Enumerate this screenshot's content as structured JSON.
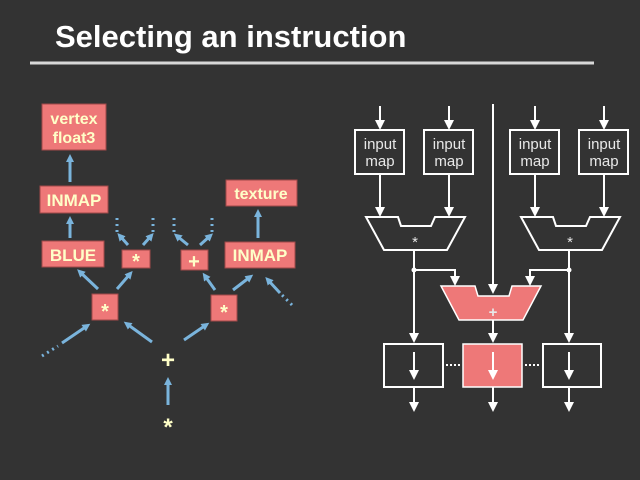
{
  "slide": {
    "title": "Selecting an instruction"
  },
  "left_diagram": {
    "vertex_line1": "vertex",
    "vertex_line2": "float3",
    "inmap_left": "INMAP",
    "blue": "BLUE",
    "mul_small": "*",
    "add_small": "+",
    "texture": "texture",
    "inmap_right": "INMAP",
    "mul_left": "*",
    "mul_right": "*",
    "root_add": "+",
    "root_mul": "*"
  },
  "right_diagram": {
    "input_maps": [
      {
        "line1": "input",
        "line2": "map"
      },
      {
        "line1": "input",
        "line2": "map"
      },
      {
        "line1": "input",
        "line2": "map"
      },
      {
        "line1": "input",
        "line2": "map"
      }
    ],
    "mul_unit_left": "*",
    "mul_unit_right": "*",
    "add_unit": "+"
  },
  "colors": {
    "background": "#333333",
    "node": "#EE7878",
    "node_text": "#FFFFC8",
    "edge": "#7AB4DC"
  }
}
